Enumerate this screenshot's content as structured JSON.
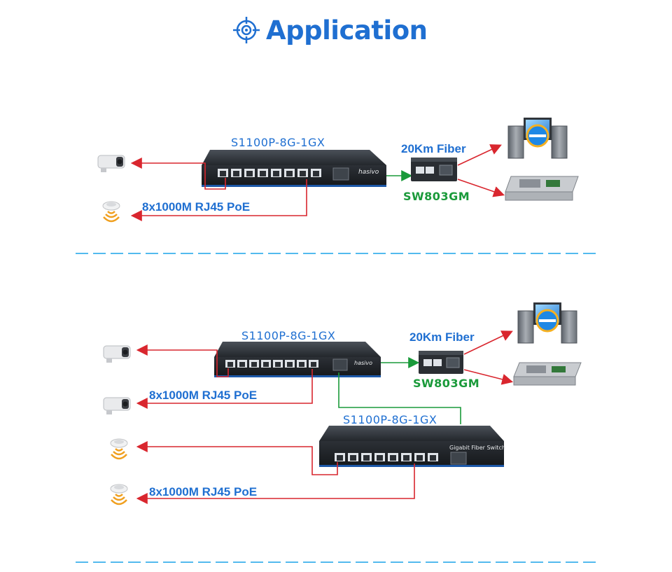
{
  "header": {
    "title": "Application"
  },
  "top": {
    "switch_model": "S1100P-8G-1GX",
    "switch_brand": "hasivo",
    "fiber_label": "20Km Fiber",
    "converter_model": "SW803GM",
    "poe_label": "8x1000M RJ45 PoE"
  },
  "bottom": {
    "switch1_model": "S1100P-8G-1GX",
    "switch1_brand": "hasivo",
    "fiber_label": "20Km Fiber",
    "converter_model": "SW803GM",
    "poe_label_1": "8x1000M RJ45 PoE",
    "switch2_model": "S1100P-8G-1GX",
    "switch2_panel_title": "Gigabit Fiber Switch",
    "poe_label_2": "8x1000M RJ45 PoE"
  },
  "colors": {
    "accent": "#1f6fd1",
    "arrow_red": "#d9262e",
    "arrow_green": "#1a9a3a",
    "divider": "#1aa3e8"
  },
  "icons": [
    "crosshair-icon",
    "cctv-camera-icon",
    "wireless-ap-icon",
    "computer-server-icon",
    "nvr-recorder-icon",
    "network-switch-icon",
    "media-converter-icon"
  ]
}
